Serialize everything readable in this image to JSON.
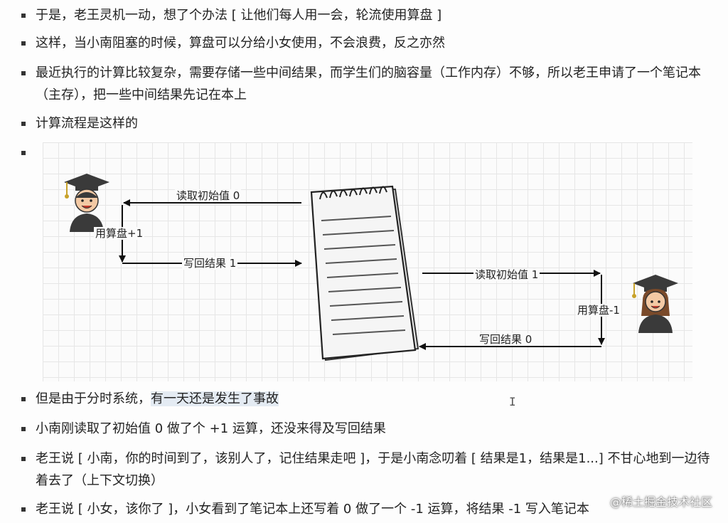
{
  "items": [
    {
      "text": "于是，老王灵机一动，想了个办法 [ 让他们每人用一会，轮流使用算盘 ]"
    },
    {
      "text": "这样，当小南阻塞的时候，算盘可以分给小女使用，不会浪费，反之亦然"
    },
    {
      "text": "最近执行的计算比较复杂，需要存储一些中间结果，而学生们的脑容量（工作内存）不够，所以老王申请了一个笔记本（主存），把一些中间结果先记在本上"
    },
    {
      "text": "计算流程是这样的"
    },
    {
      "text": ""
    },
    {
      "text_plain": "但是由于分时系统，",
      "text_highlight": "有一天还是发生了事故"
    },
    {
      "text": "小南刚读取了初始值 0 做了个 +1 运算，还没来得及写回结果"
    },
    {
      "text": "老王说 [ 小南，你的时间到了，该别人了，记住结果走吧 ]，于是小南念叨着 [ 结果是1，结果是1...] 不甘心地到一边待着去了（上下文切换）"
    },
    {
      "text": "老王说 [ 小女，该你了 ]，小女看到了笔记本上还写着 0 做了一个 -1 运算，将结果 -1 写入笔记本"
    }
  ],
  "diagram": {
    "left_read": "读取初始值 0",
    "left_use": "用算盘+1",
    "left_write": "写回结果 1",
    "right_read": "读取初始值 1",
    "right_use": "用算盘-1",
    "right_write": "写回结果 0"
  },
  "watermark": "@稀土掘金技术社区",
  "cursor_glyph": "I"
}
